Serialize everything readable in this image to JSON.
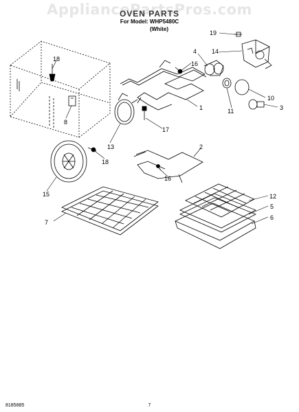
{
  "header": {
    "watermark": "AppliancePartsPros.com",
    "title": "OVEN PARTS",
    "model_line": "For Model: WHP5480C",
    "color_line": "(White)"
  },
  "callouts": {
    "c1": "1",
    "c2": "2",
    "c3": "3",
    "c4": "4",
    "c5": "5",
    "c6": "6",
    "c7": "7",
    "c8": "8",
    "c10": "10",
    "c11": "11",
    "c12": "12",
    "c13": "13",
    "c14": "14",
    "c15": "15",
    "c16a": "16",
    "c16b": "16",
    "c17": "17",
    "c18a": "18",
    "c18b": "18",
    "c19": "19"
  },
  "footer": {
    "doc_number": "8185885",
    "page_number": "7"
  }
}
